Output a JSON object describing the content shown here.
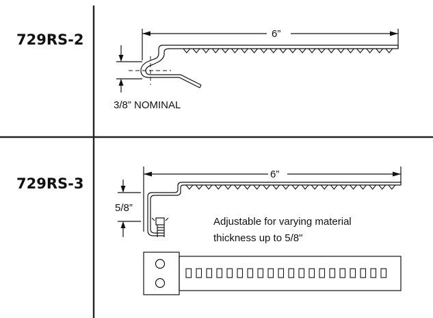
{
  "parts": [
    {
      "label": "729RS-2",
      "length_label": "6”",
      "nominal_label": "3/8” NOMINAL",
      "teeth": 22
    },
    {
      "label": "729RS-3",
      "length_label": "6”",
      "height_label": "5/8”",
      "note_line1": "Adjustable for varying material",
      "note_line2": "thickness up to 5/8\"",
      "teeth": 22,
      "slots": 20
    }
  ],
  "colors": {
    "ink": "#111111",
    "rule": "#222222"
  }
}
